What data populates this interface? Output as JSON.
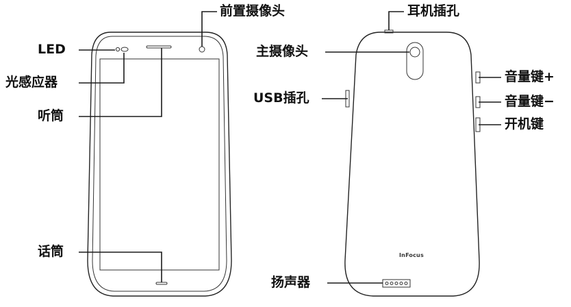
{
  "front": {
    "labels": {
      "led": "LED",
      "light_sensor": "光感应器",
      "earpiece": "听筒",
      "front_camera": "前置摄像头",
      "microphone": "话筒"
    }
  },
  "back": {
    "labels": {
      "headphone_jack": "耳机插孔",
      "main_camera": "主摄像头",
      "usb_port": "USB插孔",
      "volume_up": "音量键+",
      "volume_down": "音量键−",
      "power_key": "开机键",
      "speaker": "扬声器"
    },
    "brand": "InFocus"
  }
}
